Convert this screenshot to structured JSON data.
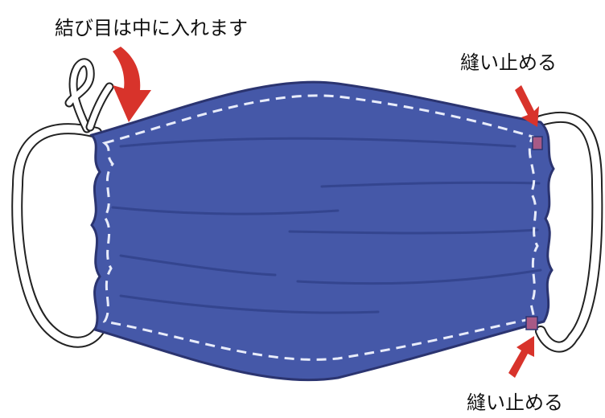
{
  "labels": {
    "knot_inside": "結び目は中に入れます",
    "sew_shut_top": "縫い止める",
    "sew_shut_bottom": "縫い止める"
  },
  "colors": {
    "mask_fill": "#4558a8",
    "mask_outline": "#2b3470",
    "pleat_line": "#34458f",
    "stitch": "#e8ecfa",
    "ear_loop_outline": "#222222",
    "ear_loop_fill": "#ffffff",
    "arrow": "#d8332b",
    "tack_mark": "#a85a86"
  },
  "icons": {
    "arrow": "red-arrow-icon"
  }
}
